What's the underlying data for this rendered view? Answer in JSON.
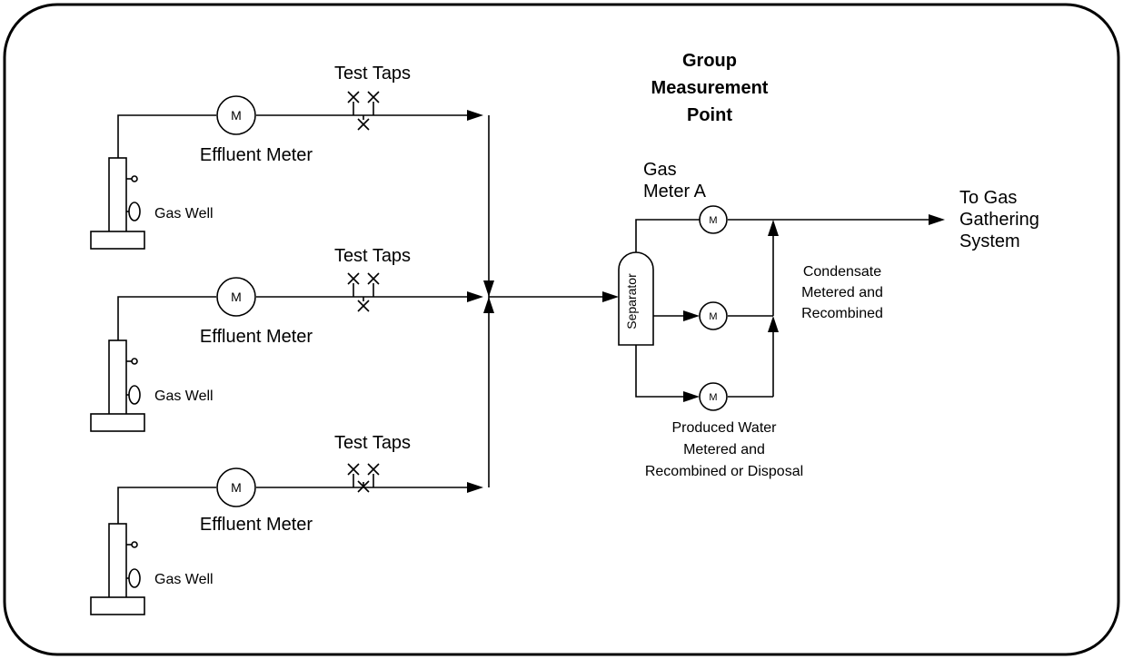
{
  "title_lines": [
    "Group",
    "Measurement",
    "Point"
  ],
  "wells": [
    {
      "test_taps_label": "Test Taps",
      "meter_label": "Effluent Meter",
      "meter_symbol": "M",
      "well_label": "Gas Well"
    },
    {
      "test_taps_label": "Test Taps",
      "meter_label": "Effluent Meter",
      "meter_symbol": "M",
      "well_label": "Gas Well"
    },
    {
      "test_taps_label": "Test Taps",
      "meter_label": "Effluent Meter",
      "meter_symbol": "M",
      "well_label": "Gas Well"
    }
  ],
  "separator_label": "Separator",
  "gas_meter_label": [
    "Gas",
    "Meter A"
  ],
  "small_meter_symbol": "M",
  "destination_label": [
    "To Gas",
    "Gathering",
    "System"
  ],
  "condensate_label": [
    "Condensate",
    "Metered and",
    "Recombined"
  ],
  "water_label": [
    "Produced Water",
    "Metered and",
    "Recombined or Disposal"
  ],
  "colors": {
    "line": "#000000",
    "background": "#ffffff"
  }
}
